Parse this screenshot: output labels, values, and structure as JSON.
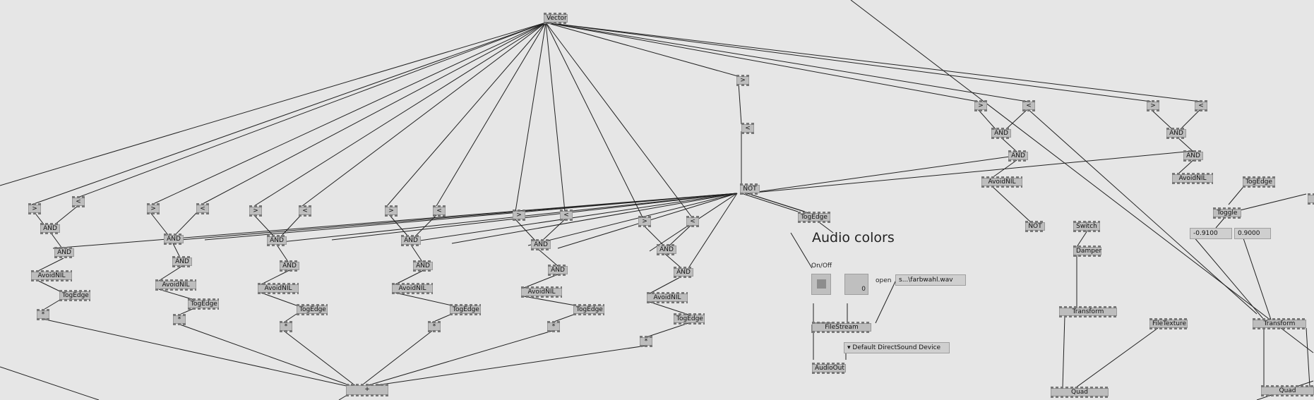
{
  "patch": {
    "nodes": {
      "vector": "Vector",
      "not": "NOT",
      "and": "AND",
      "gt": ">",
      "lt": "<",
      "avoidnil": "AvoidNIL",
      "togedge": "TogEdge",
      "mult": "*",
      "plus": "+",
      "toggle": "Toggle",
      "switch": "Switch",
      "damper": "Damper",
      "transform": "Transform",
      "filetexture": "FileTexture",
      "quad": "Quad",
      "filestream": "FileStream",
      "audioout": "AudioOut"
    },
    "audio_colors": {
      "title": "Audio colors",
      "onoff": "On/Off",
      "open": "open",
      "file": "s...\\farbwahl.wav",
      "zero": "0",
      "device": "Default DirectSound Device"
    },
    "io_values": {
      "neg": "-0.9100",
      "pos": "0.9000"
    }
  }
}
